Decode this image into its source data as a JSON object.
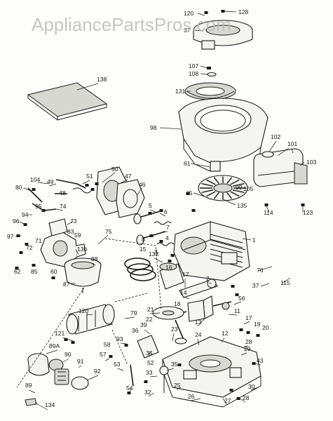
{
  "watermark": "AppliancePartsPros.com",
  "callouts": [
    {
      "id": "c120",
      "text": "120"
    },
    {
      "id": "c128",
      "text": "128"
    },
    {
      "id": "c37a",
      "text": "37"
    },
    {
      "id": "c107",
      "text": "107"
    },
    {
      "id": "c108",
      "text": "108"
    },
    {
      "id": "c131",
      "text": "131"
    },
    {
      "id": "c138",
      "text": "138"
    },
    {
      "id": "c98",
      "text": "98"
    },
    {
      "id": "c61",
      "text": "61"
    },
    {
      "id": "c102",
      "text": "102"
    },
    {
      "id": "c101",
      "text": "101"
    },
    {
      "id": "c103",
      "text": "103"
    },
    {
      "id": "c99",
      "text": "99"
    },
    {
      "id": "c105",
      "text": "105"
    },
    {
      "id": "c45",
      "text": "45"
    },
    {
      "id": "c135",
      "text": "135"
    },
    {
      "id": "c114",
      "text": "114"
    },
    {
      "id": "c123",
      "text": "123"
    },
    {
      "id": "c51",
      "text": "51"
    },
    {
      "id": "c50",
      "text": "50"
    },
    {
      "id": "c47",
      "text": "47"
    },
    {
      "id": "c46",
      "text": "46"
    },
    {
      "id": "c104",
      "text": "104"
    },
    {
      "id": "c49",
      "text": "49"
    },
    {
      "id": "c48",
      "text": "48"
    },
    {
      "id": "c80",
      "text": "80"
    },
    {
      "id": "c95",
      "text": "95"
    },
    {
      "id": "c74",
      "text": "74"
    },
    {
      "id": "c94",
      "text": "94"
    },
    {
      "id": "c96",
      "text": "96"
    },
    {
      "id": "c97",
      "text": "97"
    },
    {
      "id": "c73",
      "text": "73"
    },
    {
      "id": "c72",
      "text": "72"
    },
    {
      "id": "c71",
      "text": "71"
    },
    {
      "id": "c83",
      "text": "83"
    },
    {
      "id": "c59",
      "text": "59"
    },
    {
      "id": "c75",
      "text": "75"
    },
    {
      "id": "c5",
      "text": "5"
    },
    {
      "id": "c6",
      "text": "6"
    },
    {
      "id": "c7",
      "text": "7"
    },
    {
      "id": "c8",
      "text": "8"
    },
    {
      "id": "c4",
      "text": "4"
    },
    {
      "id": "c1",
      "text": "1"
    },
    {
      "id": "c3",
      "text": "3"
    },
    {
      "id": "c136",
      "text": "136"
    },
    {
      "id": "c62",
      "text": "62"
    },
    {
      "id": "c85",
      "text": "85"
    },
    {
      "id": "c60",
      "text": "60"
    },
    {
      "id": "c88",
      "text": "88"
    },
    {
      "id": "c87",
      "text": "87"
    },
    {
      "id": "c133",
      "text": "133"
    },
    {
      "id": "c15",
      "text": "15"
    },
    {
      "id": "c16",
      "text": "16"
    },
    {
      "id": "c76",
      "text": "76"
    },
    {
      "id": "c37b",
      "text": "37"
    },
    {
      "id": "c115",
      "text": "115"
    },
    {
      "id": "c17a",
      "text": "17"
    },
    {
      "id": "c2",
      "text": "2"
    },
    {
      "id": "c14",
      "text": "14"
    },
    {
      "id": "c56",
      "text": "56"
    },
    {
      "id": "c18",
      "text": "18"
    },
    {
      "id": "c21",
      "text": "21"
    },
    {
      "id": "c11",
      "text": "11"
    },
    {
      "id": "c120b",
      "text": "120"
    },
    {
      "id": "c79",
      "text": "79"
    },
    {
      "id": "c39",
      "text": "39"
    },
    {
      "id": "c22",
      "text": "22"
    },
    {
      "id": "c13",
      "text": "13"
    },
    {
      "id": "c17b",
      "text": "17"
    },
    {
      "id": "c19",
      "text": "19"
    },
    {
      "id": "c20",
      "text": "20"
    },
    {
      "id": "c36",
      "text": "36"
    },
    {
      "id": "c24",
      "text": "24"
    },
    {
      "id": "c23",
      "text": "23"
    },
    {
      "id": "c12",
      "text": "12"
    },
    {
      "id": "c121",
      "text": "121"
    },
    {
      "id": "c93",
      "text": "93"
    },
    {
      "id": "c29",
      "text": "29"
    },
    {
      "id": "c58",
      "text": "58"
    },
    {
      "id": "c89A",
      "text": "89A"
    },
    {
      "id": "c57",
      "text": "57"
    },
    {
      "id": "c34",
      "text": "34"
    },
    {
      "id": "c28a",
      "text": "28"
    },
    {
      "id": "c90",
      "text": "90"
    },
    {
      "id": "c53",
      "text": "53"
    },
    {
      "id": "c52",
      "text": "52"
    },
    {
      "id": "c35",
      "text": "35"
    },
    {
      "id": "c43",
      "text": "43"
    },
    {
      "id": "c91",
      "text": "91"
    },
    {
      "id": "c33",
      "text": "33"
    },
    {
      "id": "c92",
      "text": "92"
    },
    {
      "id": "c89",
      "text": "89"
    },
    {
      "id": "c54",
      "text": "54"
    },
    {
      "id": "c25",
      "text": "25"
    },
    {
      "id": "c32",
      "text": "32"
    },
    {
      "id": "c30",
      "text": "30"
    },
    {
      "id": "c26",
      "text": "26"
    },
    {
      "id": "c27",
      "text": "27"
    },
    {
      "id": "c28b",
      "text": "28"
    },
    {
      "id": "c134",
      "text": "134"
    }
  ]
}
